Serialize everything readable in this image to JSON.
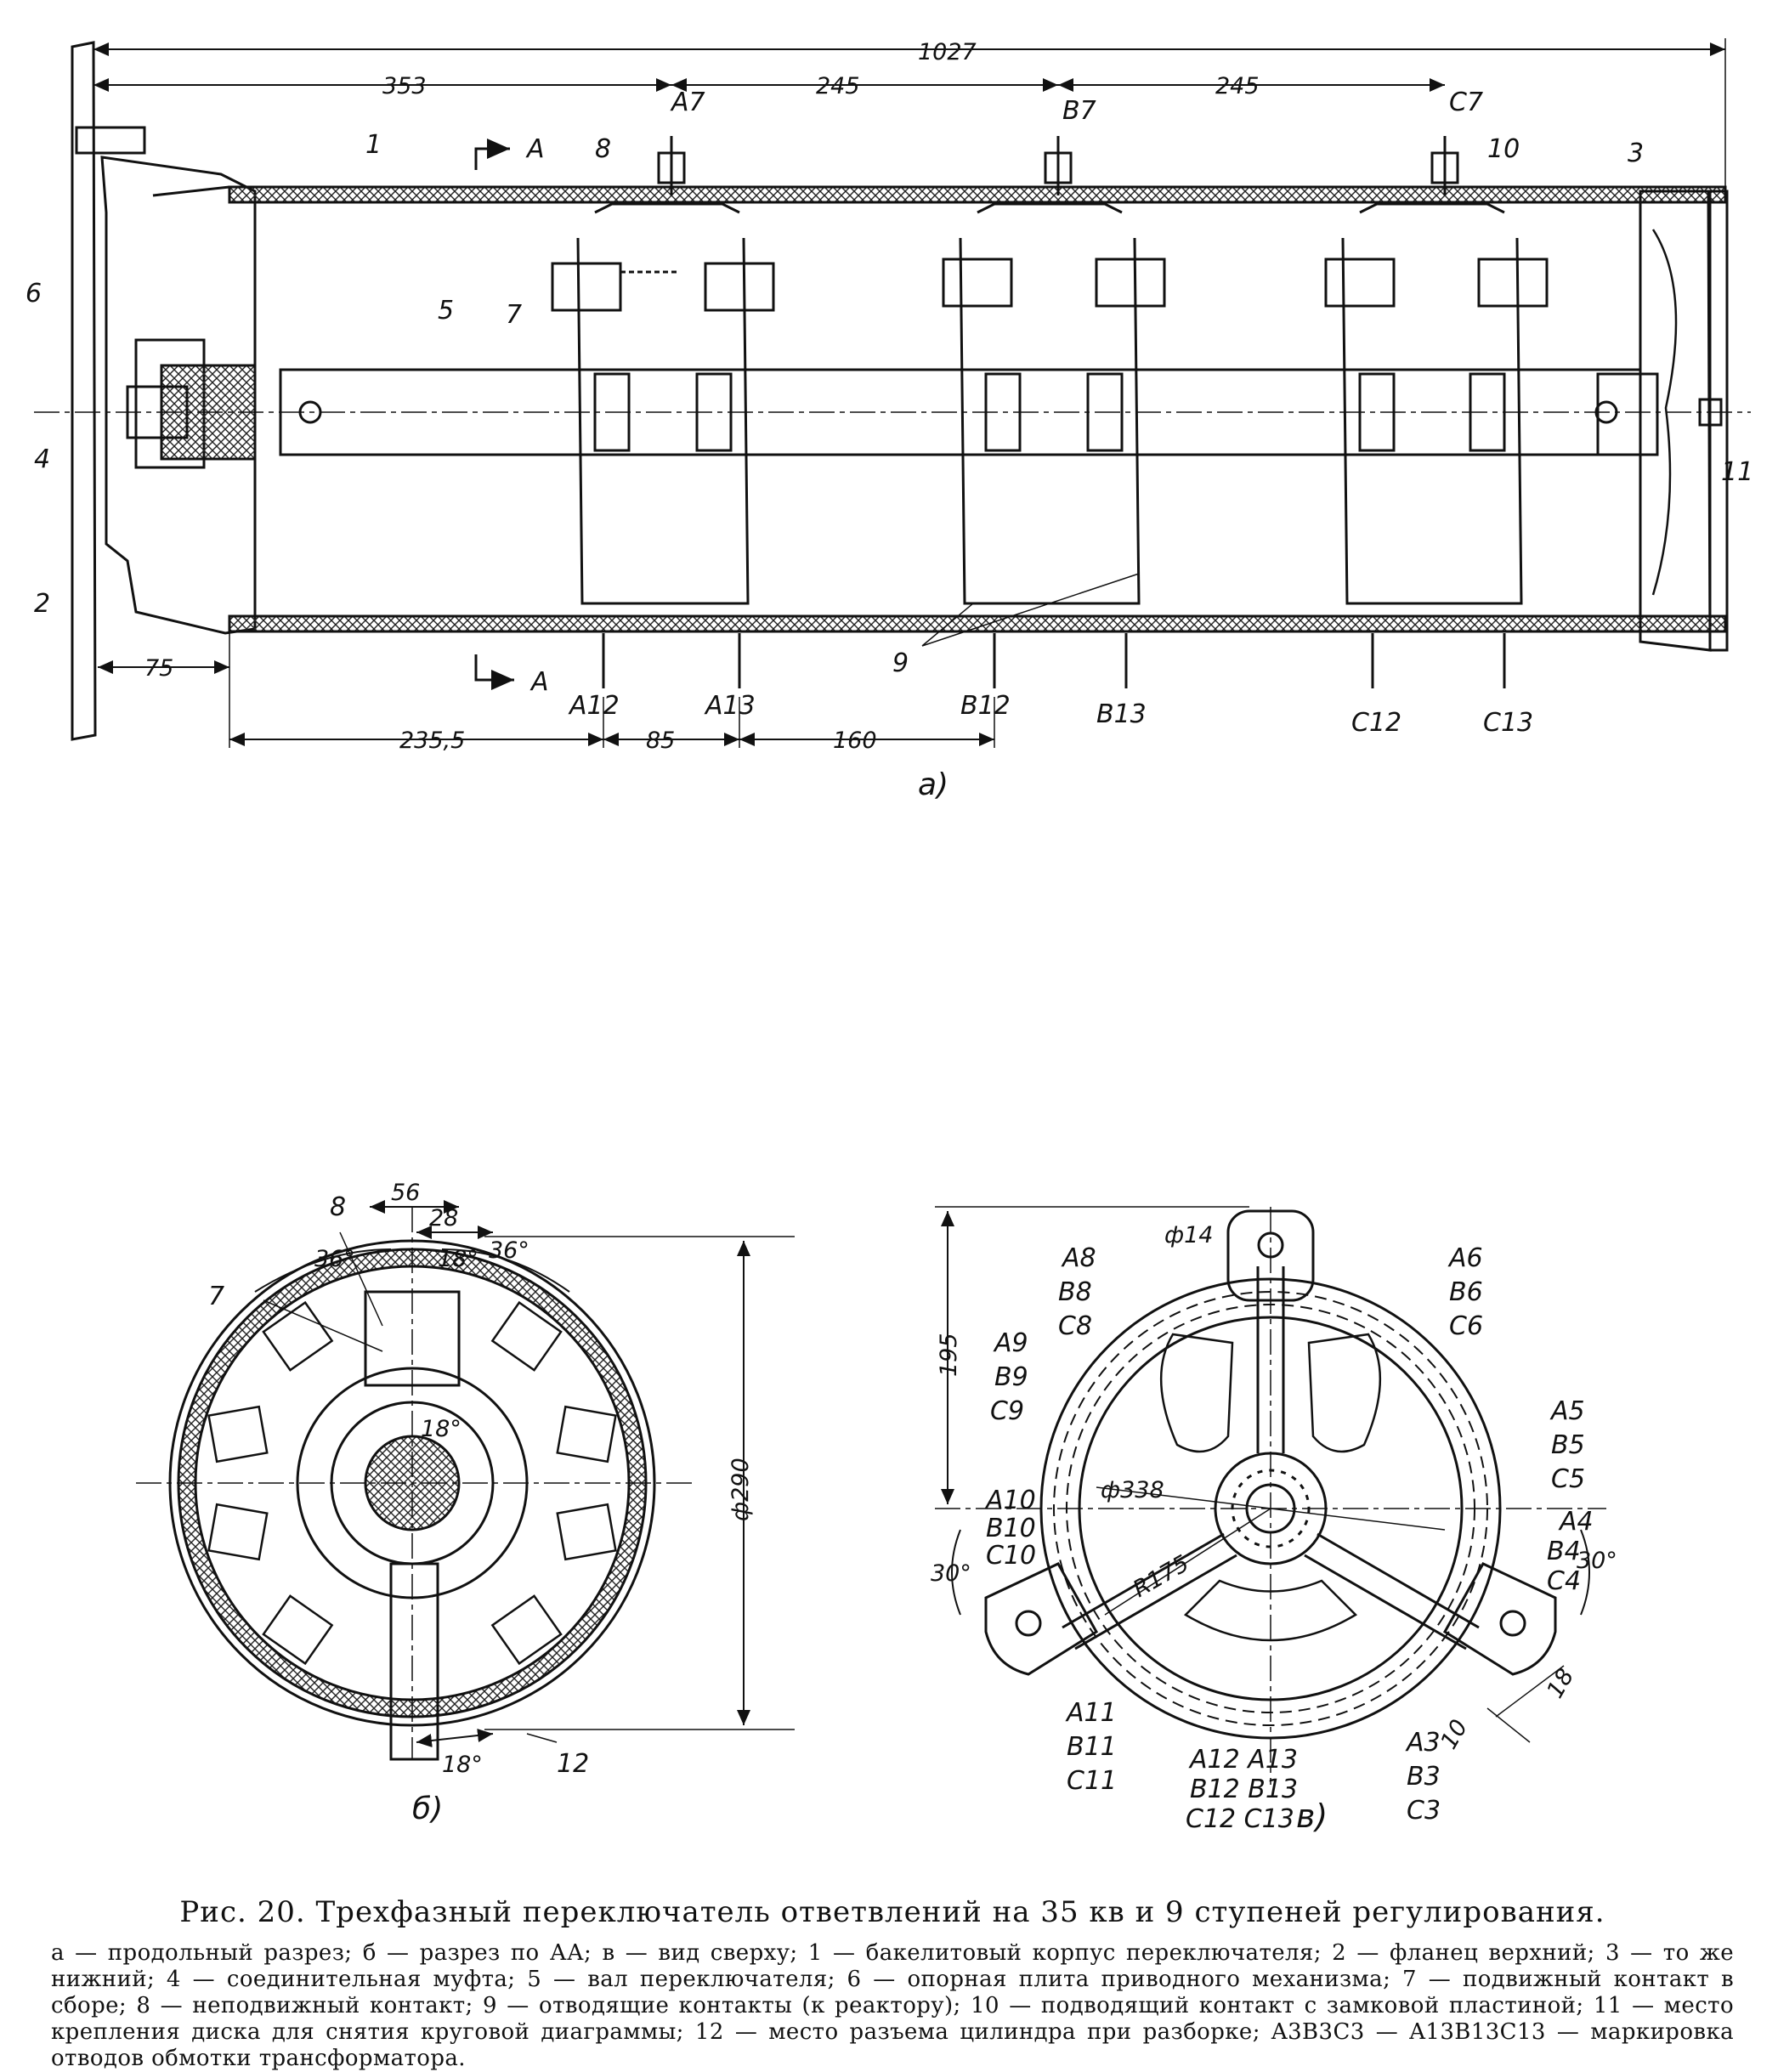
{
  "figure_a": {
    "overall_dim": "1027",
    "top_dims": [
      "353",
      "245",
      "245"
    ],
    "left_dim": "75",
    "bottom_dims": [
      "235,5",
      "85",
      "160"
    ],
    "section_mark": "A",
    "part_numbers": [
      "1",
      "2",
      "3",
      "4",
      "5",
      "6",
      "7",
      "8",
      "9",
      "10",
      "11"
    ],
    "top_terminals": [
      "A7",
      "B7",
      "C7"
    ],
    "bottom_terminals": [
      "A12",
      "A13",
      "B12",
      "B13",
      "C12",
      "C13"
    ],
    "label": "а)"
  },
  "figure_b": {
    "dims": [
      "56",
      "28",
      "36°",
      "18°",
      "36°",
      "18°",
      "18°"
    ],
    "diameter": "ф290",
    "part_numbers": [
      "7",
      "8",
      "12"
    ],
    "label": "б)"
  },
  "figure_c": {
    "dims": {
      "height": "195",
      "pin": "ф14",
      "diameter": "ф338",
      "radius": "R175",
      "angle_left": "30°",
      "angle_right": "30°",
      "d18": "18",
      "d10": "10"
    },
    "terminal_groups": [
      [
        "A8",
        "B8",
        "C8"
      ],
      [
        "A6",
        "B6",
        "C6"
      ],
      [
        "A9",
        "B9",
        "C9"
      ],
      [
        "A5",
        "B5",
        "C5"
      ],
      [
        "A10",
        "B10",
        "C10"
      ],
      [
        "A4",
        "B4",
        "C4"
      ],
      [
        "A11",
        "B11",
        "C11"
      ],
      [
        "A12 A13",
        "B12 B13",
        "C12 C13"
      ],
      [
        "A3",
        "B3",
        "C3"
      ]
    ],
    "label": "в)"
  },
  "caption": {
    "title": "Рис. 20.  Трехфазный переключатель ответвлений на 35 кв и 9 ступеней регулирования.",
    "legend": "а — продольный разрез; б — разрез по АА; в — вид сверху; 1 — бакелитовый корпус переключателя; 2 — фланец верхний; 3 — то же нижний; 4 — соединительная муфта; 5 — вал переключателя; 6 — опорная плита приводного механизма; 7 — подвижный контакт в сборе; 8 — неподвижный контакт; 9 — отводящие контакты (к реактору); 10 — подводящий контакт с замковой пластиной; 11 — место крепления диска для снятия круговой диаграммы; 12 — место разъема цилиндра при разборке; A3B3C3 — A13B13C13 — маркировка отводов обмотки трансформатора."
  }
}
